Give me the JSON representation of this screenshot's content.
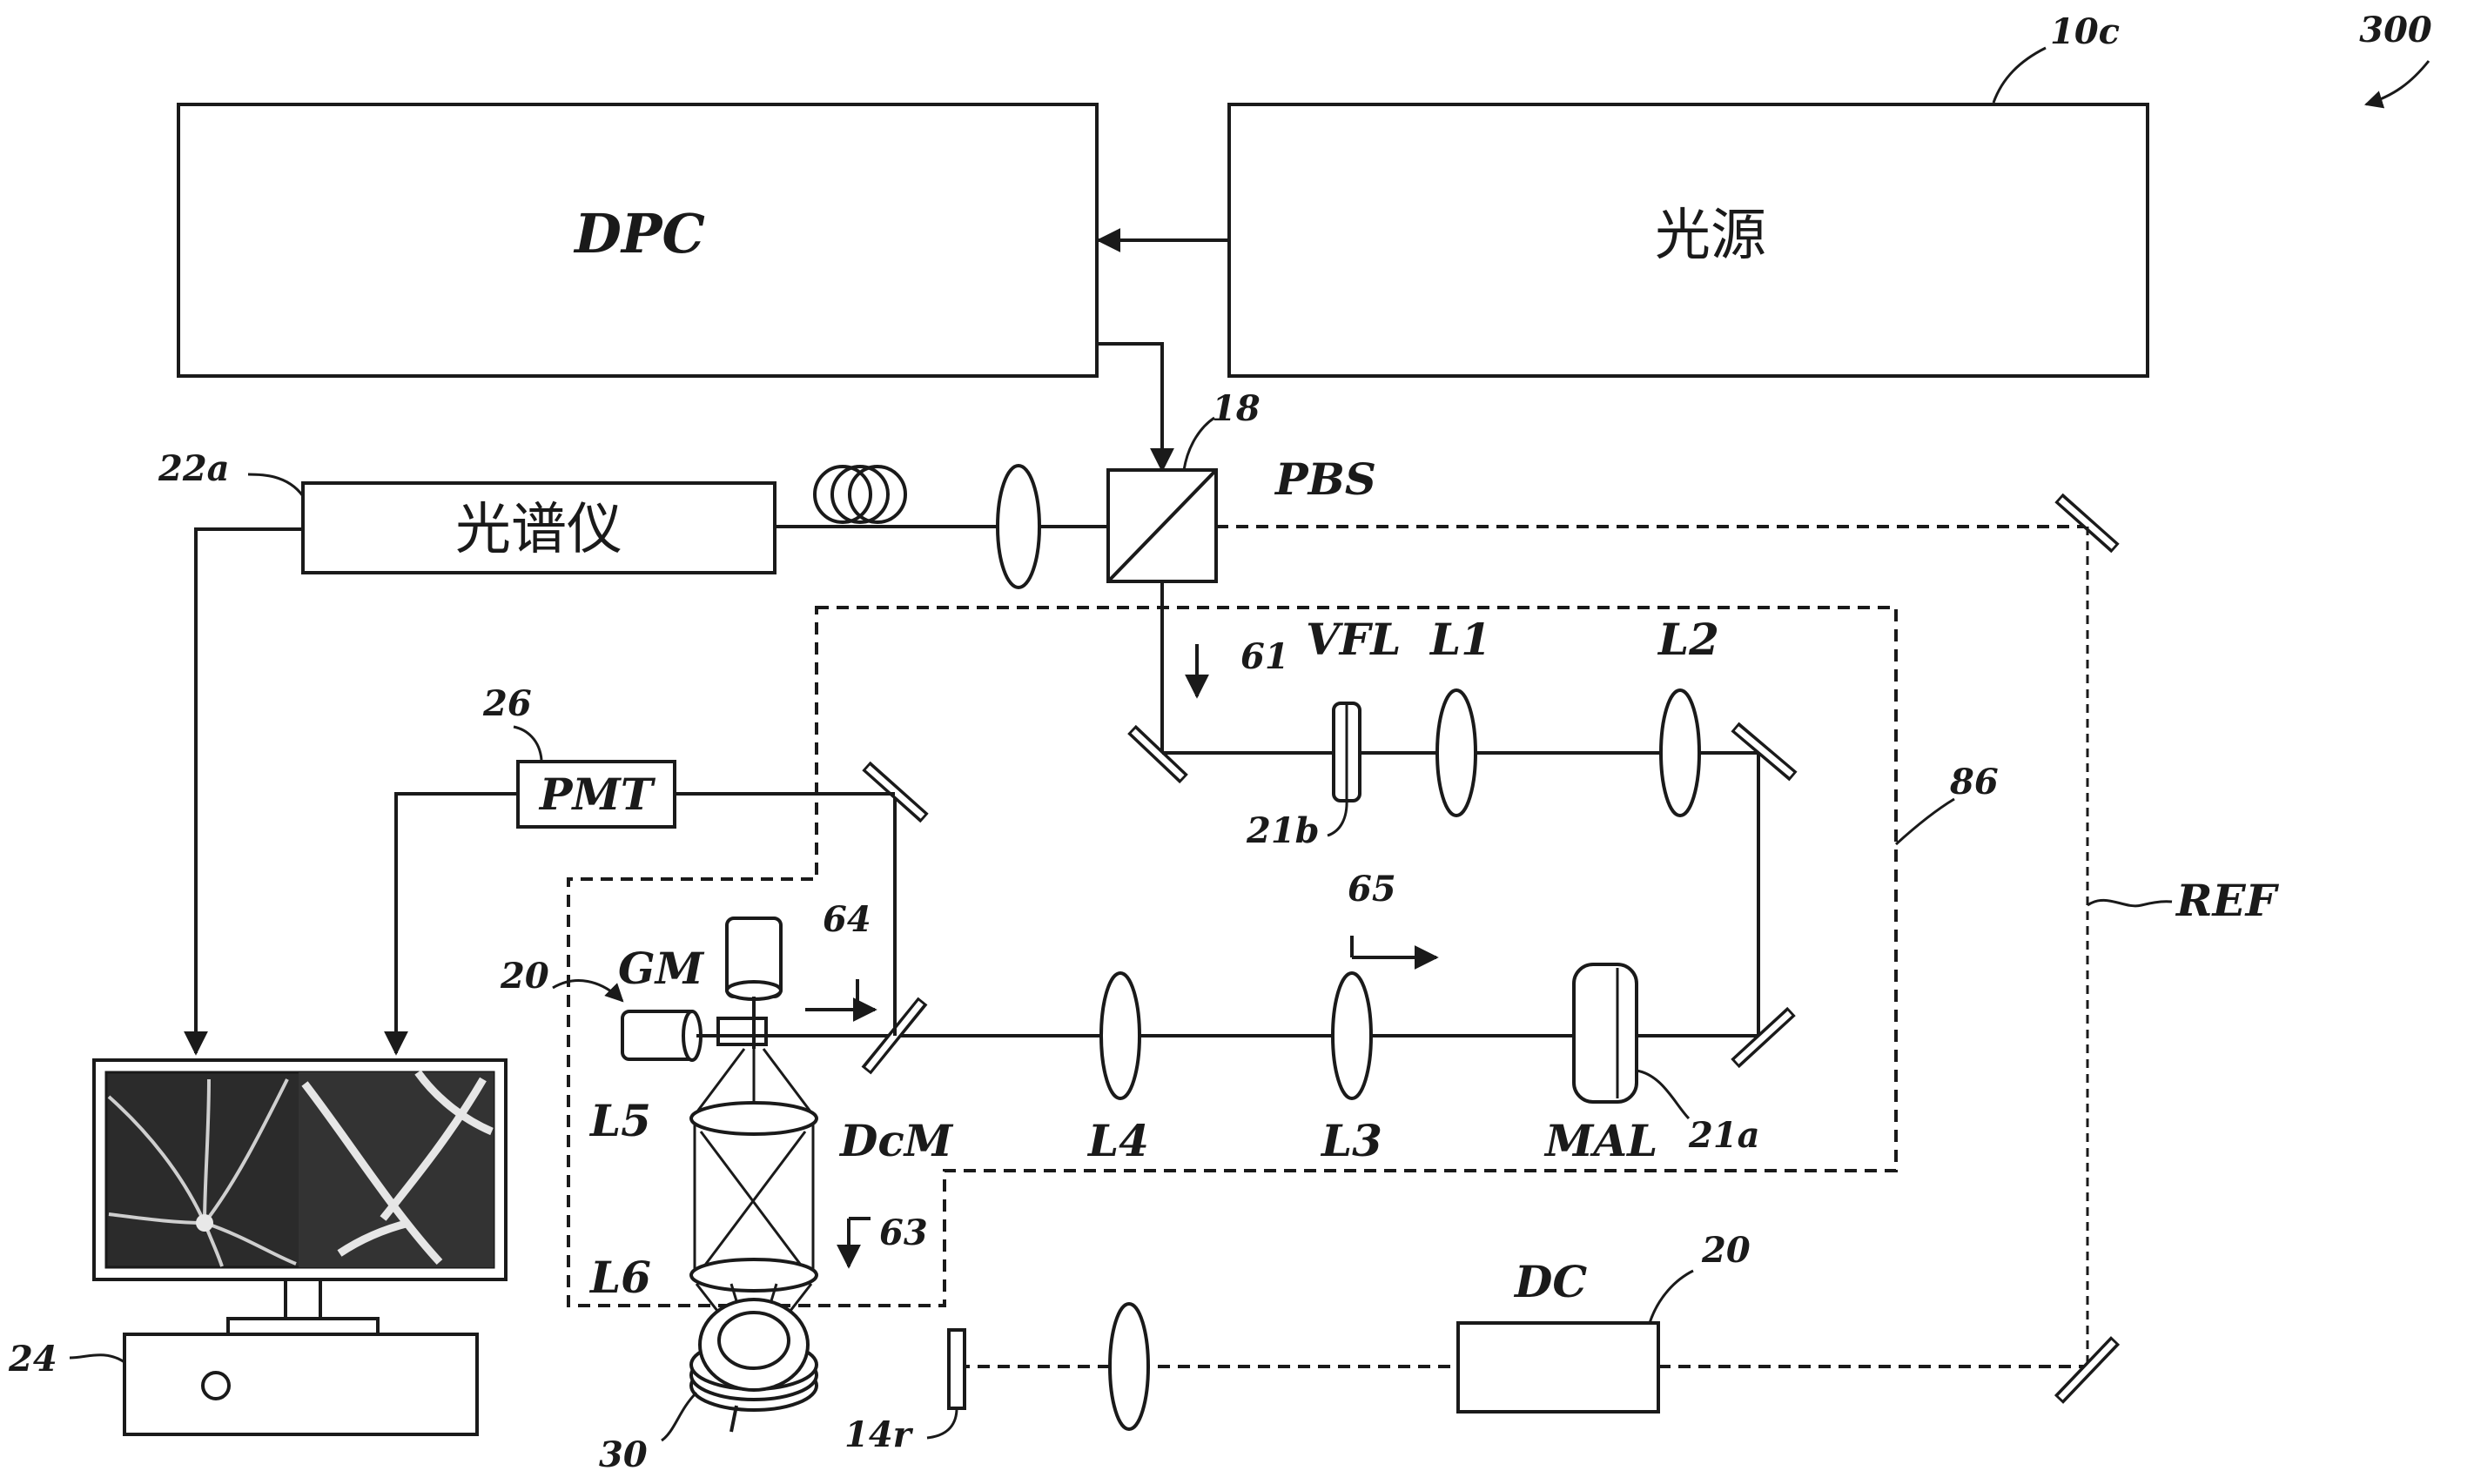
{
  "figure_number": "300",
  "blocks": {
    "dpc": "DPC",
    "light_source": "光源",
    "light_source_ref": "10c",
    "spectrometer": "光谱仪",
    "spectrometer_ref": "22a",
    "pmt": "PMT",
    "pmt_ref": "26",
    "dc": "DC",
    "dc_ref": "20",
    "computer_ref": "24"
  },
  "optics": {
    "pbs": "PBS",
    "pbs_ref": "18",
    "vfl": "VFL",
    "vfl_ref": "21b",
    "l1": "L1",
    "l2": "L2",
    "l3": "L3",
    "l4": "L4",
    "l5": "L5",
    "l6": "L6",
    "mal": "MAL",
    "mal_ref": "21a",
    "gm": "GM",
    "gm_ref": "20",
    "dcm": "DcM",
    "ref_arm": "REF",
    "enclosure_ref": "86",
    "reference_mirror_ref": "14r",
    "eye_ref": "30"
  },
  "beams": {
    "b61": "61",
    "b63": "63",
    "b64": "64",
    "b65": "65"
  }
}
